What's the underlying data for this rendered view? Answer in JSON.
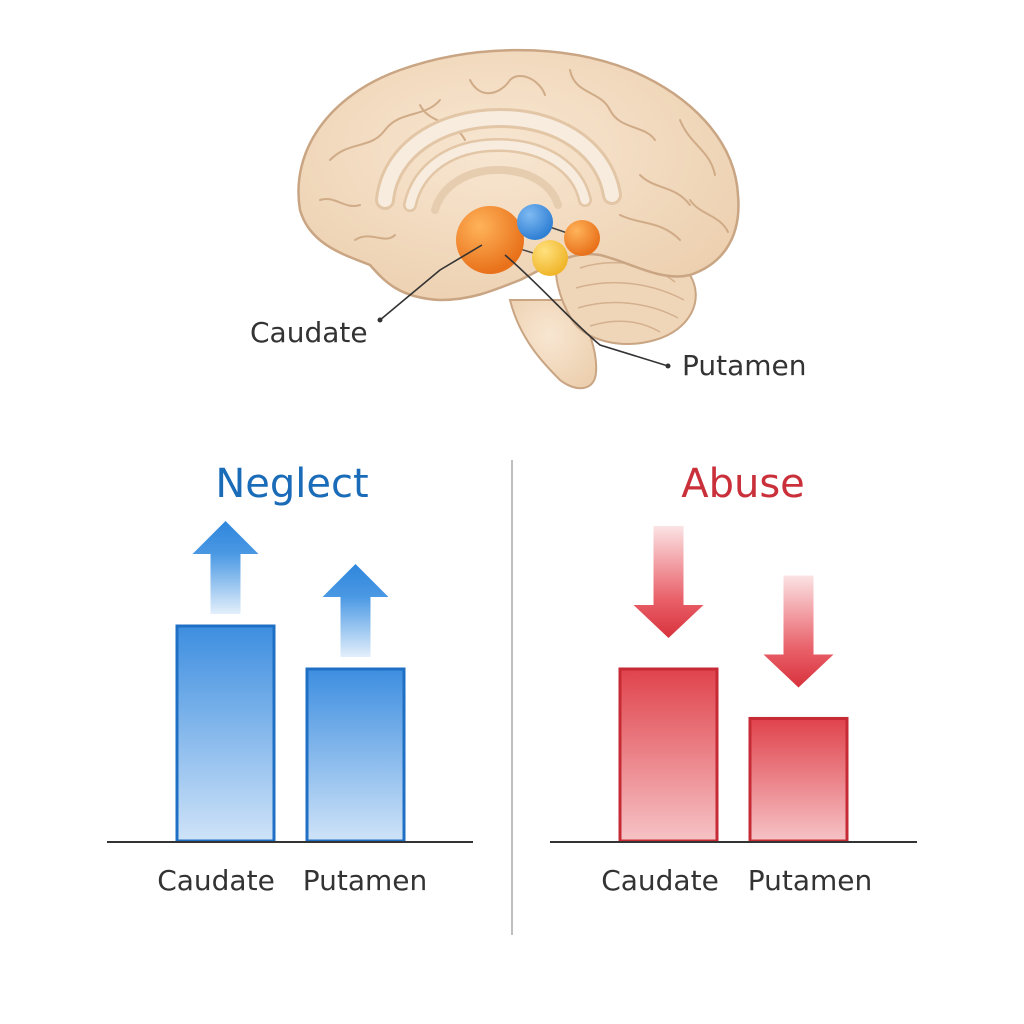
{
  "brain": {
    "label_left": "Caudate",
    "label_right": "Putamen",
    "colors": {
      "tissue": "#f2d9bd",
      "tissue_outline": "#c9a583",
      "caudate": "#f0891e",
      "blue_node": "#3d8fe0",
      "orange_node": "#ee7f22",
      "yellow_node": "#f5c338"
    }
  },
  "panels": {
    "neglect": {
      "title": "Neglect",
      "color": "#1a6cb8",
      "direction": "up",
      "categories": [
        "Caudate",
        "Putamen"
      ],
      "values": [
        1.0,
        0.8
      ]
    },
    "abuse": {
      "title": "Abuse",
      "color": "#c9303a",
      "direction": "down",
      "categories": [
        "Caudate",
        "Putamen"
      ],
      "values": [
        0.8,
        0.57
      ]
    }
  }
}
